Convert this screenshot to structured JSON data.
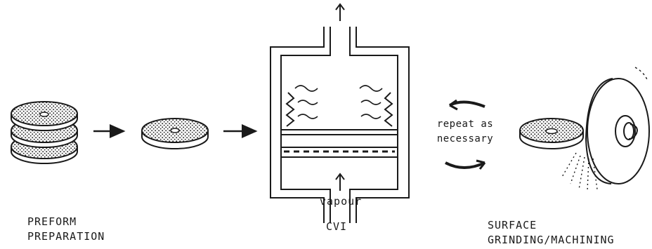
{
  "stages": [
    {
      "id": "preform",
      "lines": [
        "PREFORM",
        "PREPARATION"
      ]
    },
    {
      "id": "cvi",
      "lines": [
        "CVI"
      ]
    },
    {
      "id": "surface",
      "lines": [
        "SURFACE",
        "GRINDING/MACHINING"
      ]
    }
  ],
  "cvi_chamber": {
    "inlet_label": "vapour"
  },
  "cycle": {
    "lines": [
      "repeat as",
      "necessary"
    ]
  },
  "colors": {
    "ink": "#1a1a1a",
    "hatch": "#2b2b2b",
    "background": "#ffffff"
  },
  "icons": [
    "stacked-disk-icon",
    "disk-icon",
    "cvi-chamber-icon",
    "grinding-wheel-icon",
    "arrow-right-icon",
    "cycle-arrow-icon"
  ]
}
